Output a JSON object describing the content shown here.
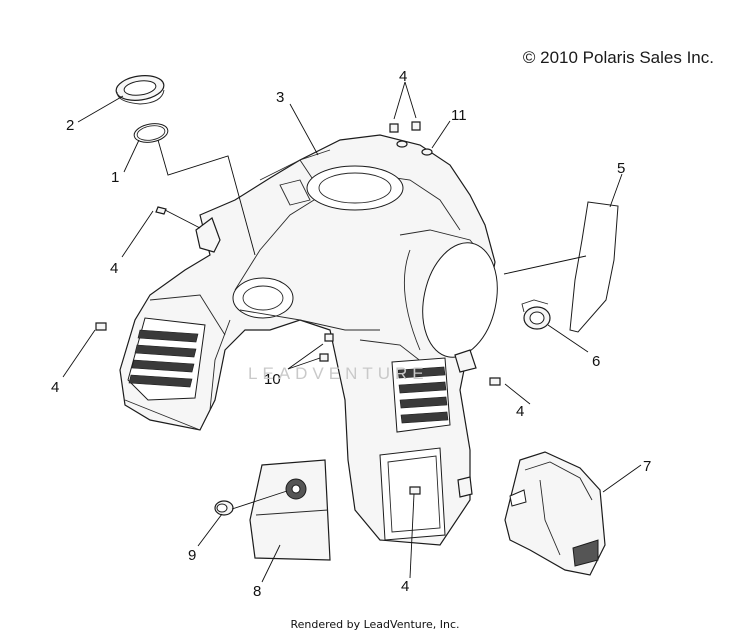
{
  "copyright": "© 2010 Polaris Sales Inc.",
  "watermark": "LEADVENTURE",
  "footer": "Rendered by LeadVenture, Inc.",
  "callouts": {
    "c1": "1",
    "c2": "2",
    "c3": "3",
    "c4_top": "4",
    "c4_left_upper": "4",
    "c4_left_lower": "4",
    "c4_right": "4",
    "c4_bottom": "4",
    "c5": "5",
    "c6": "6",
    "c7": "7",
    "c8": "8",
    "c9": "9",
    "c10": "10",
    "c11": "11"
  }
}
